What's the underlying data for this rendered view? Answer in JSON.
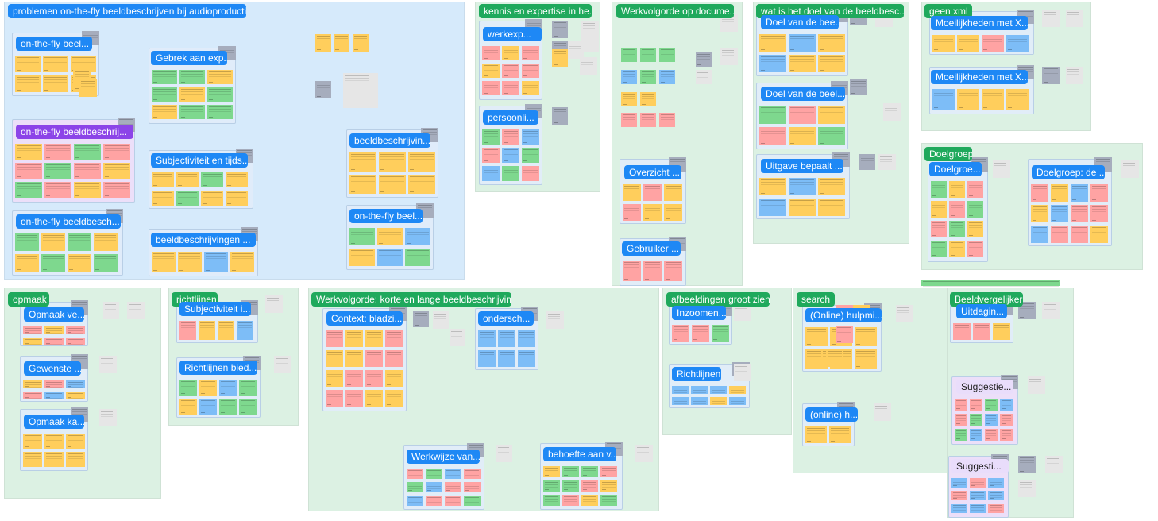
{
  "colors": {
    "blue_region": "#d6eafb",
    "green_region": "#dcf1e3",
    "purple_region": "#ecdff9",
    "label_blue": "#1e88f5",
    "label_green": "#1fa95c",
    "label_purple": "#8c44e8",
    "yellow": "#ffce5c",
    "pink": "#ffa3a3",
    "green": "#7ed88e",
    "blue": "#7dbdf7",
    "grey": "#a6adbd",
    "lightgrey": "#e6e6e6",
    "lavender": "#c9b8f0",
    "connector": "#9aa6b8"
  },
  "frames": [
    {
      "label": "problemen on-the-fly beeldbeschrijven bij audioproductie"
    },
    {
      "label": "kennis en expertise in he..."
    },
    {
      "label": "Werkvolgorde op docume..."
    },
    {
      "label": "wat is het doel van de beeldbesc..."
    },
    {
      "label": "geen xml"
    },
    {
      "label": "Doelgroep"
    },
    {
      "label": "opmaak"
    },
    {
      "label": "richtlijnen"
    },
    {
      "label": "Werkvolgorde: korte en lange beeldbeschrijving"
    },
    {
      "label": "afbeeldingen groot zien"
    },
    {
      "label": "search"
    },
    {
      "label": "Beeldvergelijker"
    }
  ],
  "clusters": [
    {
      "label": "on-the-fly beel..."
    },
    {
      "label": "Gebrek aan exp..."
    },
    {
      "label": "on-the-fly beeldbeschrij..."
    },
    {
      "label": "Subjectiviteit en tijds..."
    },
    {
      "label": "beeldbeschrijvin..."
    },
    {
      "label": "on-the-fly beeldbesch..."
    },
    {
      "label": "on-the-fly beel..."
    },
    {
      "label": "beeldbeschrijvingen ..."
    },
    {
      "label": "werkexp..."
    },
    {
      "label": "persoonli..."
    },
    {
      "label": "Overzicht ..."
    },
    {
      "label": "Gebruiker ..."
    },
    {
      "label": "Doel van de bee..."
    },
    {
      "label": "Doel van de beel..."
    },
    {
      "label": "Uitgave bepaalt ..."
    },
    {
      "label": "Moeilijkheden met X..."
    },
    {
      "label": "Moeilijkheden met X..."
    },
    {
      "label": "Doelgroe..."
    },
    {
      "label": "Doelgroep: de ..."
    },
    {
      "label": "Opmaak ve..."
    },
    {
      "label": "Gewenste ..."
    },
    {
      "label": "Opmaak ka..."
    },
    {
      "label": "Subjectiviteit i..."
    },
    {
      "label": "Richtlijnen bied..."
    },
    {
      "label": "Context: bladzi..."
    },
    {
      "label": "ondersch..."
    },
    {
      "label": "Werkwijze van..."
    },
    {
      "label": "behoefte aan v..."
    },
    {
      "label": "Inzoomen..."
    },
    {
      "label": "Richtlijnen"
    },
    {
      "label": "(Online) hulpmi..."
    },
    {
      "label": "(online) h..."
    },
    {
      "label": "Uitdagin..."
    },
    {
      "label": "Suggestie..."
    },
    {
      "label": "Suggesti..."
    }
  ]
}
